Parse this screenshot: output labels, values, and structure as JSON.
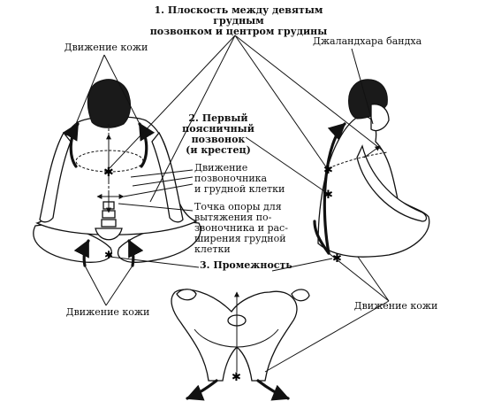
{
  "labels": {
    "title": "1. Плоскость между девятым грудным\nпозвонком и центром грудины",
    "skin_movement_top_left": "Движение кожи",
    "jalandhara": "Джаландхара бандха",
    "first_lumbar": "2. Первый поясничный\nпозвонок\n(и крестец)",
    "spine_chest_movement": "Движение\nпозвоночника\nи грудной клетки",
    "support_point": "Точка опоры для\nвытяжения по-\nзвоночника и рас-\nширения грудной\nклетки",
    "perineum": "3. Промежность",
    "skin_movement_bottom_left": "Движение кожи",
    "skin_movement_bottom_right": "Движение кожи"
  },
  "icons": {
    "point_marker": "asterisk-icon",
    "arrows": "arrow-icon"
  },
  "colors": {
    "ink": "#111111",
    "background": "#ffffff"
  }
}
